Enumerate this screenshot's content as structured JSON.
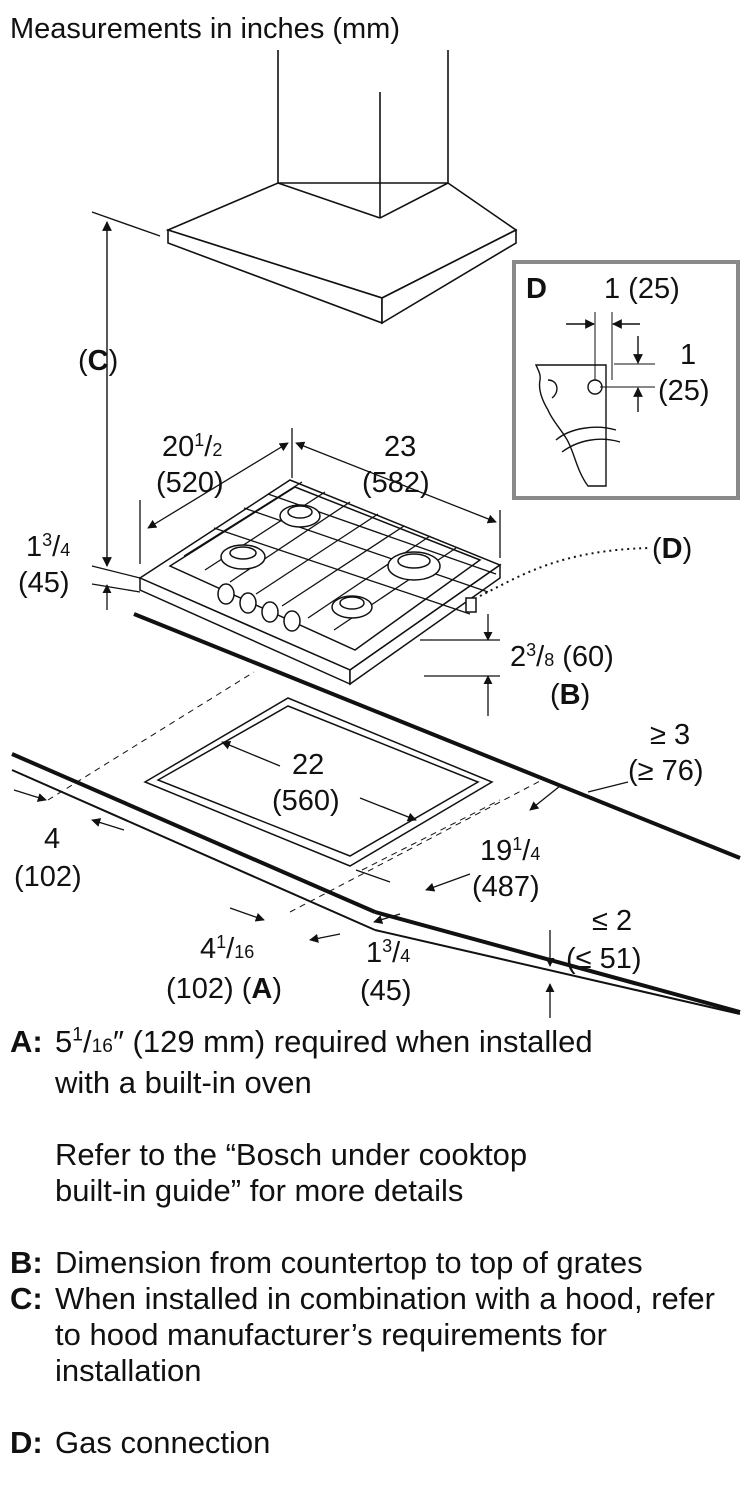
{
  "title": "Measurements in inches (mm)",
  "inset": {
    "label": "D",
    "dim_h": "1 (25)",
    "dim_v_in": "1",
    "dim_v_mm": "(25)"
  },
  "dims": {
    "c_open": "(",
    "c_letter": "C",
    "c_close": ")",
    "w_whole": "20",
    "w_num": "1",
    "w_den": "2",
    "w_mm": "(520)",
    "d_in": "23",
    "d_mm": "(582)",
    "h_whole": "1",
    "h_num": "3",
    "h_den": "4",
    "h_mm": "(45)",
    "d_ref_open": "(",
    "d_ref_letter": "D",
    "d_ref_close": ")",
    "g_whole": "2",
    "g_num": "3",
    "g_den": "8",
    "g_mm": "(60)",
    "b_open": "(",
    "b_letter": "B",
    "b_close": ")",
    "rear_in": "≥ 3",
    "rear_mm": "(≥ 76)",
    "cut_w_in": "22",
    "cut_w_mm": "(560)",
    "left_in": "4",
    "left_mm": "(102)",
    "cut_d_whole": "19",
    "cut_d_num": "1",
    "cut_d_den": "4",
    "cut_d_mm": "(487)",
    "front_whole": "4",
    "front_num": "1",
    "front_den": "16",
    "front_mm": "(102) (",
    "front_letter": "A",
    "front_close": ")",
    "f2_whole": "1",
    "f2_num": "3",
    "f2_den": "4",
    "f2_mm": "(45)",
    "thick_in": "≤ 2",
    "thick_mm": "(≤ 51)"
  },
  "notes": {
    "a_key": "A:",
    "a_whole": "5",
    "a_num": "1",
    "a_den": "16",
    "a_text1": "″ (129 mm) required when installed",
    "a_text2": "with a built-in oven",
    "a_ref1": "Refer to the “Bosch under cooktop",
    "a_ref2": "built-in guide” for more details",
    "b_key": "B:",
    "b_text": "Dimension from countertop to top of grates",
    "c_key": "C:",
    "c_text": "When installed in combination with a hood, refer to hood manufacturer’s requirements for installation",
    "d_key": "D:",
    "d_text": "Gas connection"
  }
}
